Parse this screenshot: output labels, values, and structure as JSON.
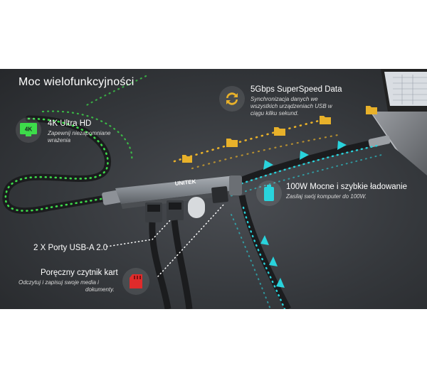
{
  "title": "Moc wielofunkcyjności",
  "brand": "UNITEK",
  "features": {
    "hdmi": {
      "heading": "4K Ultra HD",
      "desc_line1": "Zapewnij niezapomniane",
      "desc_line2": "wrażenia",
      "badge": "4K",
      "icon": "4k-screen-icon"
    },
    "data": {
      "heading": "5Gbps SuperSpeed Data",
      "desc_line1": "Synchronizacja danych we",
      "desc_line2": "wszystkich urządzeniach USB w",
      "desc_line3": "ciągu kilku sekund.",
      "icon": "sync-arrows-icon"
    },
    "power": {
      "heading": "100W Mocne i szybkie ładowanie",
      "desc_line1": "Zasilaj swój komputer do 100W.",
      "icon": "battery-icon"
    },
    "usb": {
      "heading": "2 X Porty USB-A 2.0"
    },
    "card": {
      "heading": "Poręczny czytnik kart",
      "desc_line1": "Odczytuj i zapisuj swoje media i",
      "desc_line2": "dokumenty.",
      "icon": "sd-card-icon"
    }
  },
  "colors": {
    "green": "#3ddc4a",
    "yellow": "#e8b12a",
    "cyan": "#29d3dc",
    "red": "#e02b2b",
    "hub": "#8a9096"
  }
}
